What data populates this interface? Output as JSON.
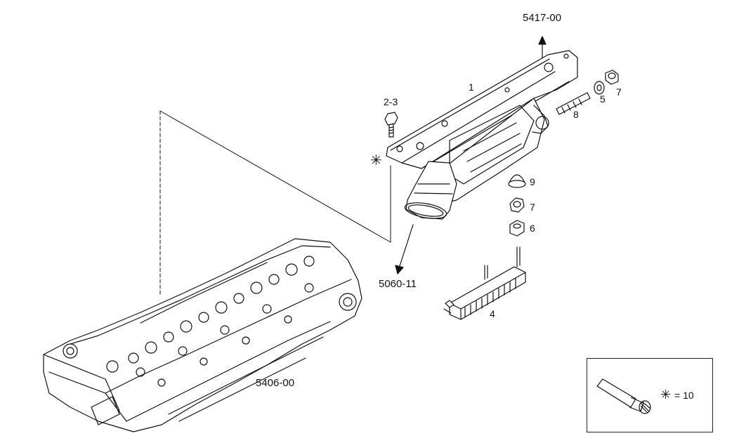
{
  "diagram": {
    "references": {
      "upper": "5417-00",
      "lower_mid": "5060-11",
      "head": "5406-00"
    },
    "parts": {
      "p1": "1",
      "p2_3": "2-3",
      "p4": "4",
      "p5": "5",
      "p6": "6",
      "p7a": "7",
      "p7b": "7",
      "p8": "8",
      "p9": "9"
    },
    "legend": {
      "symbol": "✳",
      "text": "= 10"
    },
    "callout_symbol": "✳"
  }
}
